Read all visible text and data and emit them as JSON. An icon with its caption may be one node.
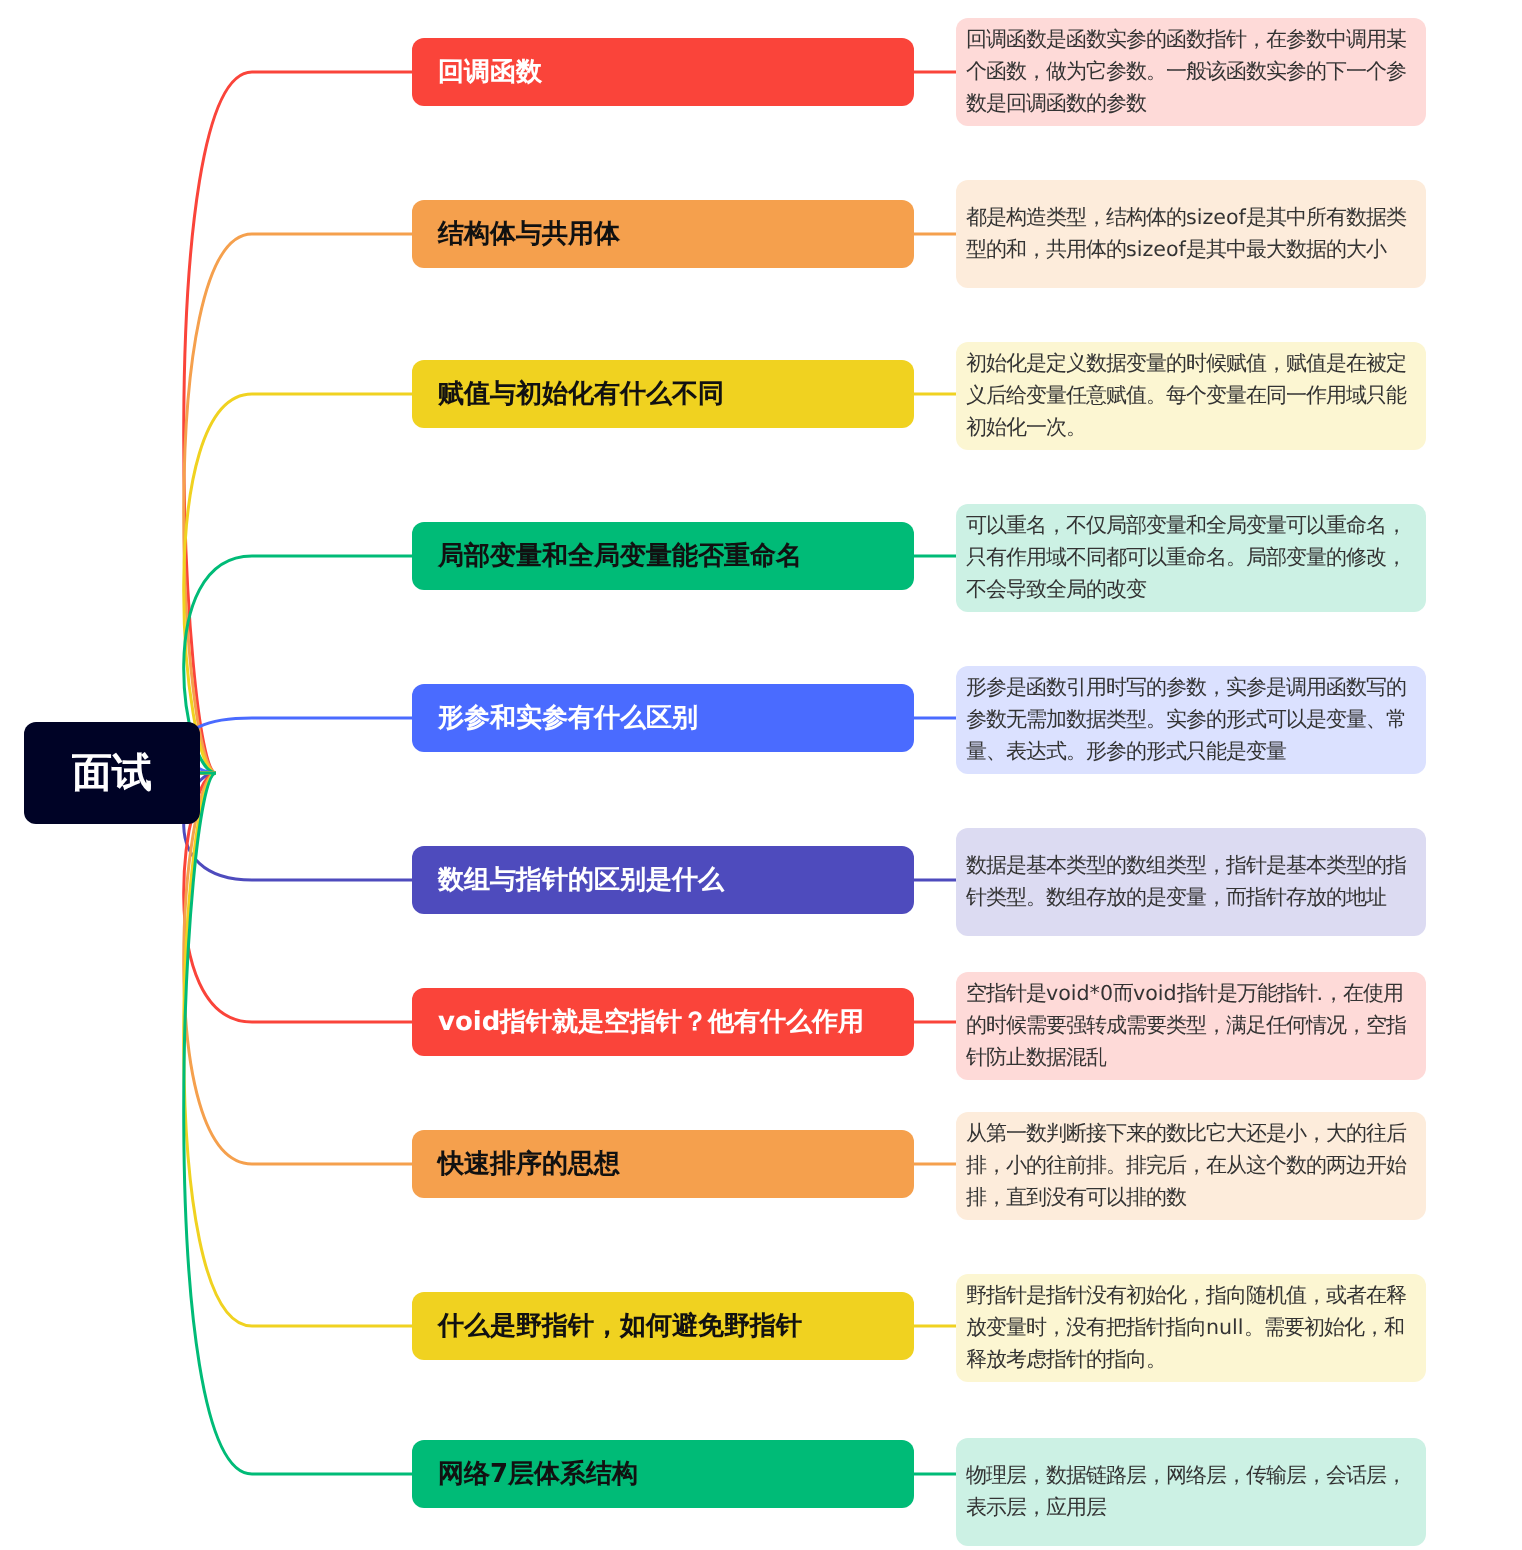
{
  "diagram": {
    "nodes": [
      {
        "text": [
          "面试"
        ]
      },
      {
        "text": [
          "回调函数"
        ]
      },
      {
        "text": [
          "回调函数是函数实参的函数指针，在参数中调用某个函数，做为它参数。一般该函数实参的下一个参数是回调函数的参数"
        ]
      },
      {
        "text": [
          "结构体与共用体"
        ]
      },
      {
        "text": [
          "都是构造类型，结构体的sizeof是其中所有数据类型的和，共用体的sizeof是其中最大数据的大小"
        ]
      },
      {
        "text": [
          "赋值与初始化有什么不同"
        ]
      },
      {
        "text": [
          "初始化是定义数据变量的时候赋值，赋值是在被定义后给变量任意赋值。每个变量在同一作用域只能初始化一次。"
        ]
      },
      {
        "text": [
          "局部变量和全局变量能否重命名"
        ]
      },
      {
        "text": [
          "可以重名，不仅局部变量和全局变量可以重命名，只有作用域不同都可以重命名。局部变量的修改，不会导致全局的改变"
        ]
      },
      {
        "text": [
          "形参和实参有什么区别"
        ]
      },
      {
        "text": [
          "形参是函数引用时写的参数，实参是调用函数写的参数无需加数据类型。实参的形式可以是变量、常量、表达式。形参的形式只能是变量"
        ]
      },
      {
        "text": [
          "数组与指针的区别是什么"
        ]
      },
      {
        "text": [
          "数据是基本类型的数组类型，指针是基本类型的指针类型。数组存放的是变量，而指针存放的地址"
        ]
      },
      {
        "text": [
          "void指针就是空指针？他有什么作用"
        ]
      },
      {
        "text": [
          "空指针是void*0而void指针是万能指针.，在使用的时候需要强转成需要类型，满足任何情况，空指针防止数据混乱"
        ]
      },
      {
        "text": [
          "快速排序的思想"
        ]
      },
      {
        "text": [
          "从第一数判断接下来的数比它大还是小，大的往后排，小的往前排。排完后，在从这个数的两边开始排，直到没有可以排的数"
        ]
      },
      {
        "text": [
          "什么是野指针，如何避免野指针"
        ]
      },
      {
        "text": [
          "野指针是指针没有初始化，指向随机值，或者在释放变量时，没有把指针指向null。需要初始化，和释放考虑指针的指向。"
        ]
      },
      {
        "text": [
          "网络7层体系结构"
        ]
      },
      {
        "text": [
          "物理层，数据链路层，网络层，传输层，会话层，表示层，应用层"
        ]
      }
    ],
    "edges": [
      {
        "from": 0,
        "to": 1,
        "arrow": "none",
        "color": "#fa443a"
      },
      {
        "from": 1,
        "to": 2,
        "arrow": "none",
        "color": "#fa443a"
      },
      {
        "from": 0,
        "to": 3,
        "arrow": "none",
        "color": "#f5a04d"
      },
      {
        "from": 3,
        "to": 4,
        "arrow": "none",
        "color": "#f5a04d"
      },
      {
        "from": 0,
        "to": 5,
        "arrow": "none",
        "color": "#f0d220"
      },
      {
        "from": 5,
        "to": 6,
        "arrow": "none",
        "color": "#f0d220"
      },
      {
        "from": 0,
        "to": 7,
        "arrow": "none",
        "color": "#00bb77"
      },
      {
        "from": 7,
        "to": 8,
        "arrow": "none",
        "color": "#00bb77"
      },
      {
        "from": 0,
        "to": 9,
        "arrow": "none",
        "color": "#4a6bff"
      },
      {
        "from": 9,
        "to": 10,
        "arrow": "none",
        "color": "#4a6bff"
      },
      {
        "from": 0,
        "to": 11,
        "arrow": "none",
        "color": "#4e4bbd"
      },
      {
        "from": 11,
        "to": 12,
        "arrow": "none",
        "color": "#4e4bbd"
      },
      {
        "from": 0,
        "to": 13,
        "arrow": "none",
        "color": "#fa443a"
      },
      {
        "from": 13,
        "to": 14,
        "arrow": "none",
        "color": "#fa443a"
      },
      {
        "from": 0,
        "to": 15,
        "arrow": "none",
        "color": "#f5a04d"
      },
      {
        "from": 15,
        "to": 16,
        "arrow": "none",
        "color": "#f5a04d"
      },
      {
        "from": 0,
        "to": 17,
        "arrow": "none",
        "color": "#f0d220"
      },
      {
        "from": 17,
        "to": 18,
        "arrow": "none",
        "color": "#f0d220"
      },
      {
        "from": 0,
        "to": 19,
        "arrow": "none",
        "color": "#00bb77"
      },
      {
        "from": 19,
        "to": 20,
        "arrow": "none",
        "color": "#00bb77"
      }
    ]
  }
}
